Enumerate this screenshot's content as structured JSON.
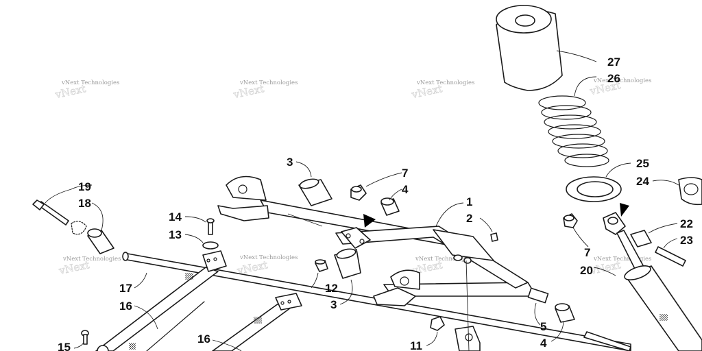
{
  "watermark": {
    "text": "vNext Technologies"
  },
  "callouts": {
    "c1": "1",
    "c2": "2",
    "c3a": "3",
    "c3b": "3",
    "c4a": "4",
    "c4b": "4",
    "c5": "5",
    "c7a": "7",
    "c7b": "7",
    "c11": "11",
    "c12": "12",
    "c13": "13",
    "c14": "14",
    "c15": "15",
    "c16a": "16",
    "c16b": "16",
    "c17": "17",
    "c18": "18",
    "c19": "19",
    "c20": "20",
    "c22": "22",
    "c23": "23",
    "c24": "24",
    "c25": "25",
    "c26": "26",
    "c27": "27"
  }
}
